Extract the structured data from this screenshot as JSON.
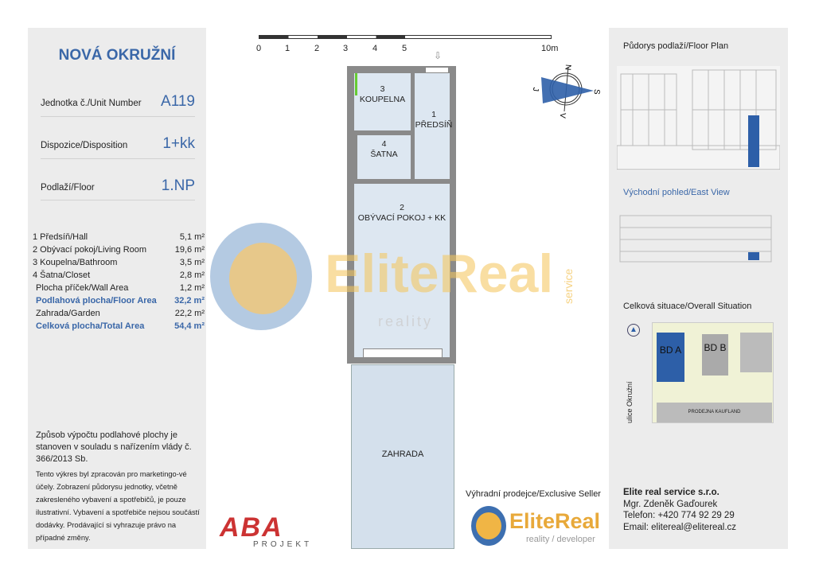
{
  "project_title": "NOVÁ OKRUŽNÍ",
  "unit": {
    "label": "Jednotka č./Unit Number",
    "value": "A119"
  },
  "disposition": {
    "label": "Dispozice/Disposition",
    "value": "1+kk"
  },
  "floor": {
    "label": "Podlaží/Floor",
    "value": "1.NP"
  },
  "areas": [
    {
      "name": "1 Předsíň/Hall",
      "value": "5,1 m²"
    },
    {
      "name": "2 Obývací pokoj/Living Room",
      "value": "19,6 m²"
    },
    {
      "name": "3 Koupelna/Bathroom",
      "value": "3,5 m²"
    },
    {
      "name": "4 Šatna/Closet",
      "value": "2,8 m²"
    },
    {
      "name": "Plocha příček/Wall Area",
      "value": "1,2 m²"
    },
    {
      "name": "Podlahová plocha/Floor Area",
      "value": "32,2 m²"
    },
    {
      "name": "Zahrada/Garden",
      "value": "22,2 m²"
    },
    {
      "name": "Celková plocha/Total Area",
      "value": "54,4 m²"
    }
  ],
  "note_calc": "Způsob výpočtu podlahové plochy je stanoven v souladu s nařízením vlády č.  366/2013 Sb.",
  "note_disclaimer": "Tento výkres byl zpracován pro marketingo-vé účely. Zobrazení půdorysu jednotky, včetně zakresleného vybavení a spotřebičů, je pouze ilustrativní. Vybavení a spotřebiče nejsou součástí dodávky. Prodávající si vyhrazuje právo na případné změny.",
  "scale": {
    "ticks": [
      "0",
      "1",
      "2",
      "3",
      "4",
      "5",
      "10m"
    ]
  },
  "compass": {
    "n": "N",
    "s": "S",
    "j": "J",
    "v": "V"
  },
  "rooms": {
    "bath": {
      "num": "3",
      "name": "KOUPELNA"
    },
    "hall": {
      "num": "1",
      "name": "PŘEDSÍŇ"
    },
    "closet": {
      "num": "4",
      "name": "ŠATNA"
    },
    "living": {
      "num": "2",
      "name": "OBÝVACÍ POKOJ + KK"
    },
    "garden": "ZAHRADA"
  },
  "watermark": {
    "brand": "EliteReal",
    "sub": "reality",
    "side": "service"
  },
  "aba": {
    "name": "ABA",
    "sub": "PROJEKT"
  },
  "seller": {
    "label": "Výhradní prodejce/Exclusive Seller",
    "brand": "EliteReal",
    "tagline": "reality / developer"
  },
  "right": {
    "floor_plan": "Půdorys podlaží/Floor Plan",
    "east_view": "Východní pohled/East View",
    "situation": "Celková situace/Overall Situation",
    "bd_a": "BD A",
    "bd_b": "BD B",
    "street": "ulice Okružní",
    "store": "PRODEJNA KAUFLAND"
  },
  "contact": {
    "company": "Elite real service s.r.o.",
    "person": "Mgr. Zdeněk Gaďourek",
    "phone": "Telefon: +420 774 92 29 29",
    "email": "Email: elitereal@elitereal.cz"
  },
  "colors": {
    "accent": "#3a67a8",
    "orange": "#e8a93a",
    "room": "#dde7f1"
  }
}
